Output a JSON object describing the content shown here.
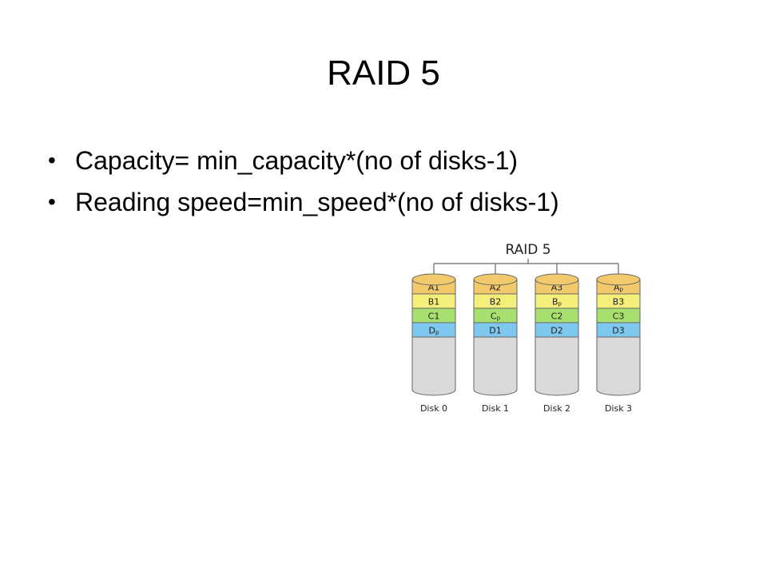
{
  "slide": {
    "title": "RAID 5",
    "bullets": [
      "Capacity= min_capacity*(no of disks-1)",
      "Reading speed=min_speed*(no of disks-1)"
    ]
  },
  "diagram": {
    "title": "RAID 5",
    "disks": [
      {
        "label": "Disk 0",
        "blocks": [
          {
            "main": "A1",
            "sub": ""
          },
          {
            "main": "B1",
            "sub": ""
          },
          {
            "main": "C1",
            "sub": ""
          },
          {
            "main": "D",
            "sub": "p"
          }
        ]
      },
      {
        "label": "Disk 1",
        "blocks": [
          {
            "main": "A2",
            "sub": ""
          },
          {
            "main": "B2",
            "sub": ""
          },
          {
            "main": "C",
            "sub": "p"
          },
          {
            "main": "D1",
            "sub": ""
          }
        ]
      },
      {
        "label": "Disk 2",
        "blocks": [
          {
            "main": "A3",
            "sub": ""
          },
          {
            "main": "B",
            "sub": "p"
          },
          {
            "main": "C2",
            "sub": ""
          },
          {
            "main": "D2",
            "sub": ""
          }
        ]
      },
      {
        "label": "Disk 3",
        "blocks": [
          {
            "main": "A",
            "sub": "p"
          },
          {
            "main": "B3",
            "sub": ""
          },
          {
            "main": "C3",
            "sub": ""
          },
          {
            "main": "D3",
            "sub": ""
          }
        ]
      }
    ],
    "colors": {
      "row_a": "#f2c96b",
      "row_b": "#f4ee7a",
      "row_c": "#a8e070",
      "row_d": "#7ec8ef",
      "disk_body": "#d9d9d9",
      "outline": "#666666"
    }
  }
}
